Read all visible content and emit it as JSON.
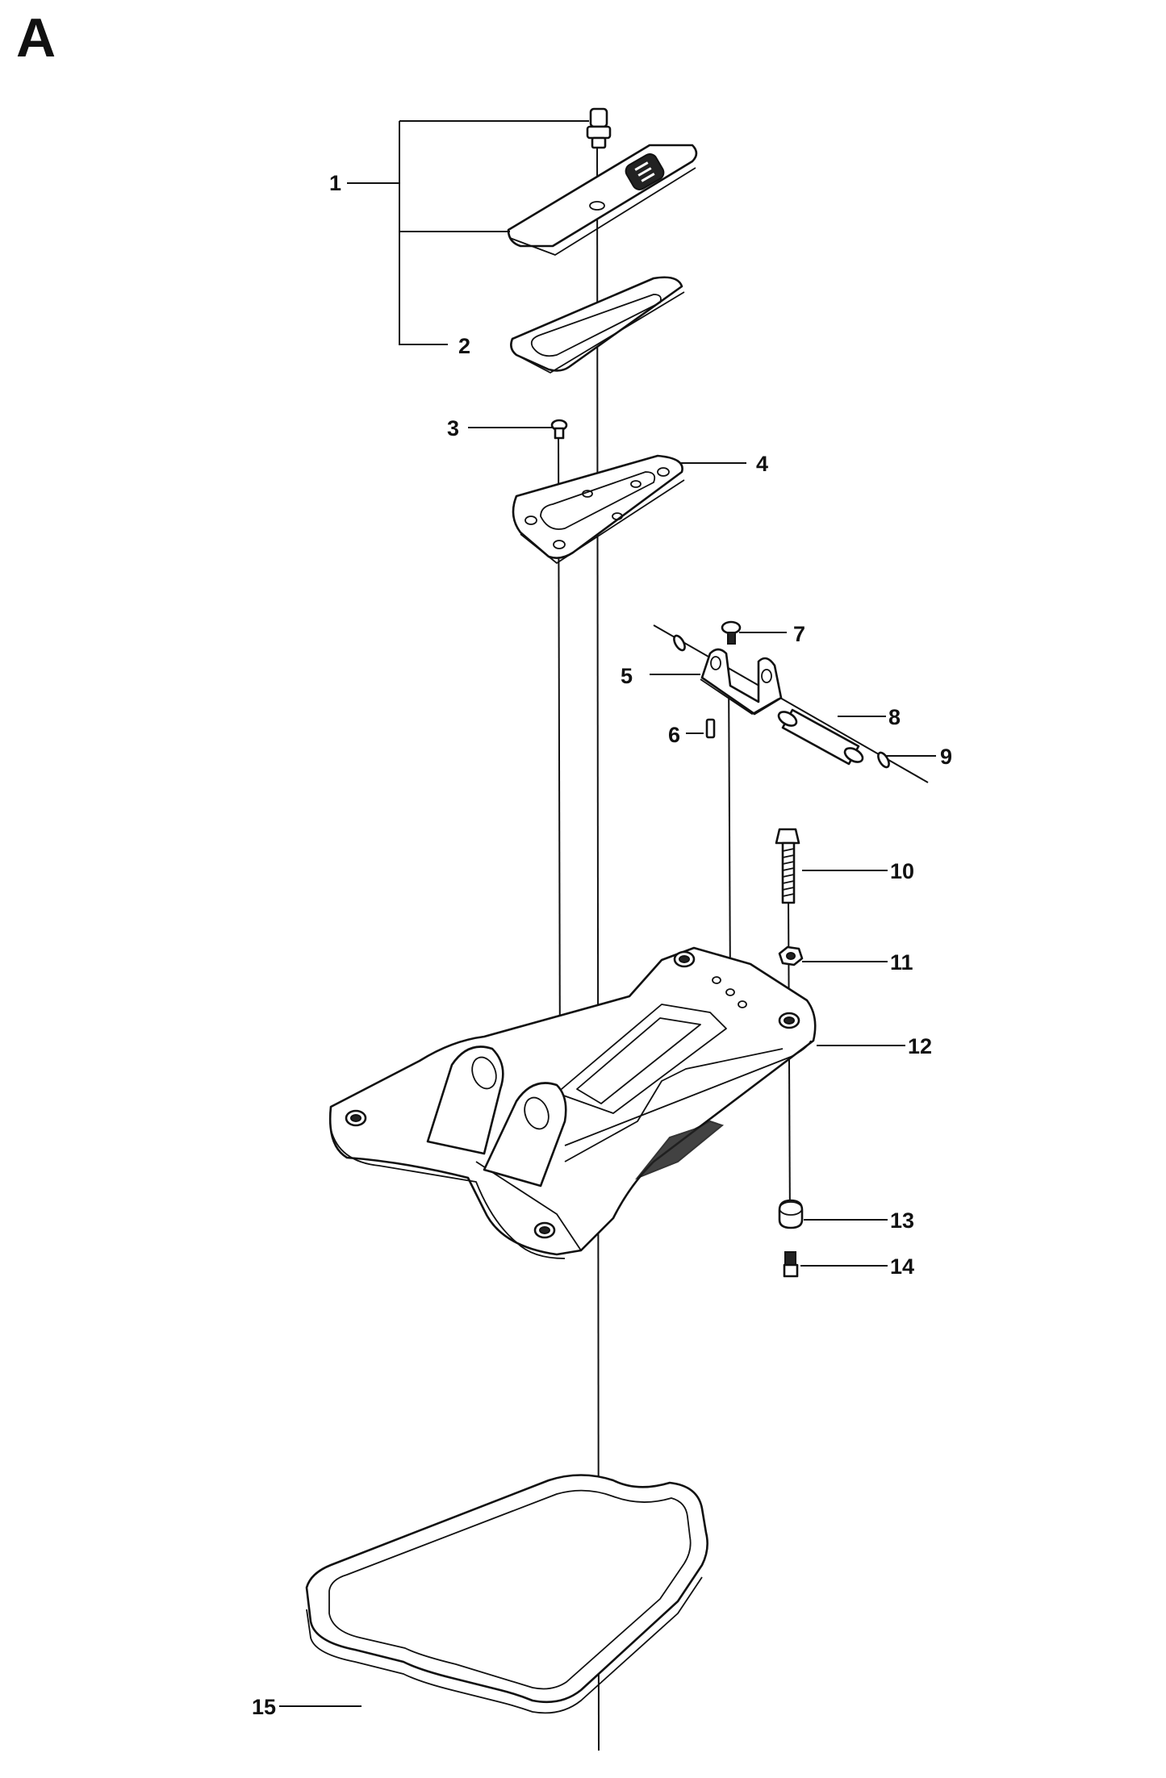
{
  "diagram": {
    "section_letter": "A",
    "callouts": [
      {
        "id": "1",
        "text": "1"
      },
      {
        "id": "2",
        "text": "2"
      },
      {
        "id": "3",
        "text": "3"
      },
      {
        "id": "4",
        "text": "4"
      },
      {
        "id": "5",
        "text": "5"
      },
      {
        "id": "6",
        "text": "6"
      },
      {
        "id": "7",
        "text": "7"
      },
      {
        "id": "8",
        "text": "8"
      },
      {
        "id": "9",
        "text": "9"
      },
      {
        "id": "10",
        "text": "10"
      },
      {
        "id": "11",
        "text": "11"
      },
      {
        "id": "12",
        "text": "12"
      },
      {
        "id": "13",
        "text": "13"
      },
      {
        "id": "14",
        "text": "14"
      },
      {
        "id": "15",
        "text": "15"
      }
    ]
  }
}
